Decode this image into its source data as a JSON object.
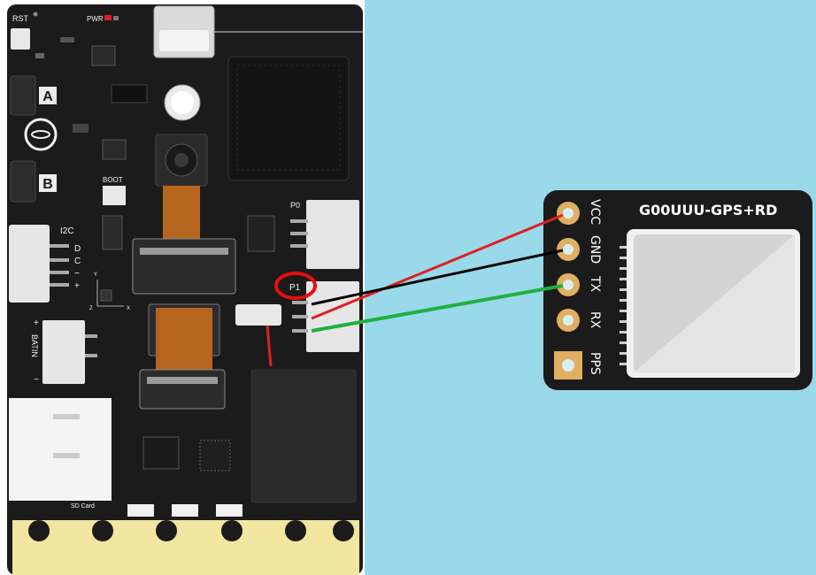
{
  "board": {
    "rst": "RST",
    "pwr": "PWR",
    "btn_a": "A",
    "btn_b": "B",
    "boot": "BOOT",
    "i2c": "I2C",
    "i2c_pins": [
      "D",
      "C",
      "−",
      "+"
    ],
    "p0": "P0",
    "p1": "P1",
    "batin": "BATIN",
    "bat_plus": "+",
    "bat_minus": "−",
    "sdcard": "SD Card",
    "axis_y": "Y",
    "axis_z": "Z",
    "axis_x": "X"
  },
  "gps": {
    "title": "G00UUU-GPS+RD",
    "pins": [
      "VCC",
      "GND",
      "TX",
      "RX",
      "PPS"
    ]
  },
  "wires": [
    {
      "name": "wire-red-vcc",
      "color": "#e02020"
    },
    {
      "name": "wire-black-gnd",
      "color": "#000000"
    },
    {
      "name": "wire-green-tx",
      "color": "#20b040"
    }
  ],
  "colors": {
    "background": "#99d9ea",
    "board": "#1b1b1b",
    "gold": "#f2e6a0",
    "pad": "#e0b060",
    "highlight": "#e01010"
  }
}
